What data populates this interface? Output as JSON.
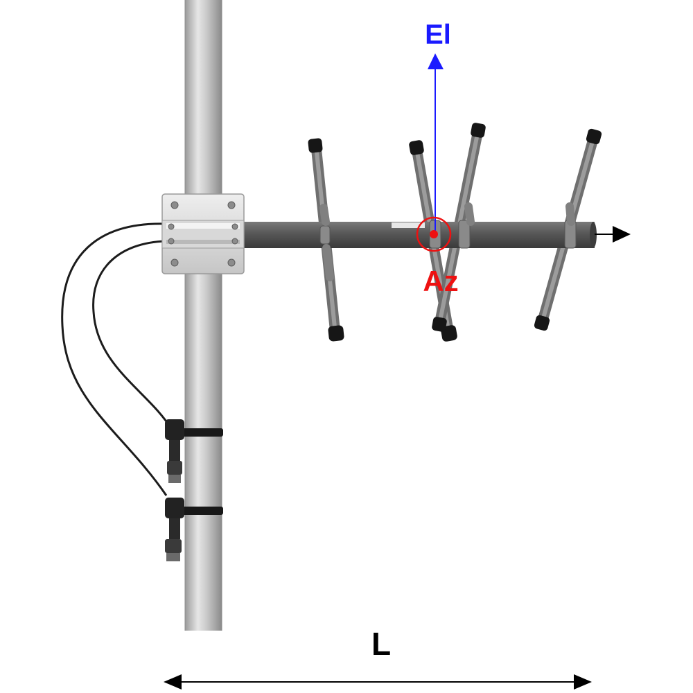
{
  "labels": {
    "elevation": "El",
    "azimuth": "Az",
    "length": "L"
  },
  "colors": {
    "elevation": "#1a1aff",
    "azimuth": "#ee1111",
    "dimension": "#000000",
    "mast": "#c4c4c4",
    "boom": "#555555",
    "elements": "#7d7d7d",
    "caps": "#161616",
    "bracket": "#dcdcdc",
    "cable": "#1c1c1c"
  },
  "icons": {
    "mast": "mast-pole",
    "boom": "antenna-boom",
    "elements": "yagi-elements",
    "bracket": "mounting-bracket",
    "cables": "coax-cables",
    "connectors": "coax-connectors",
    "clamps": "cable-clamps"
  }
}
